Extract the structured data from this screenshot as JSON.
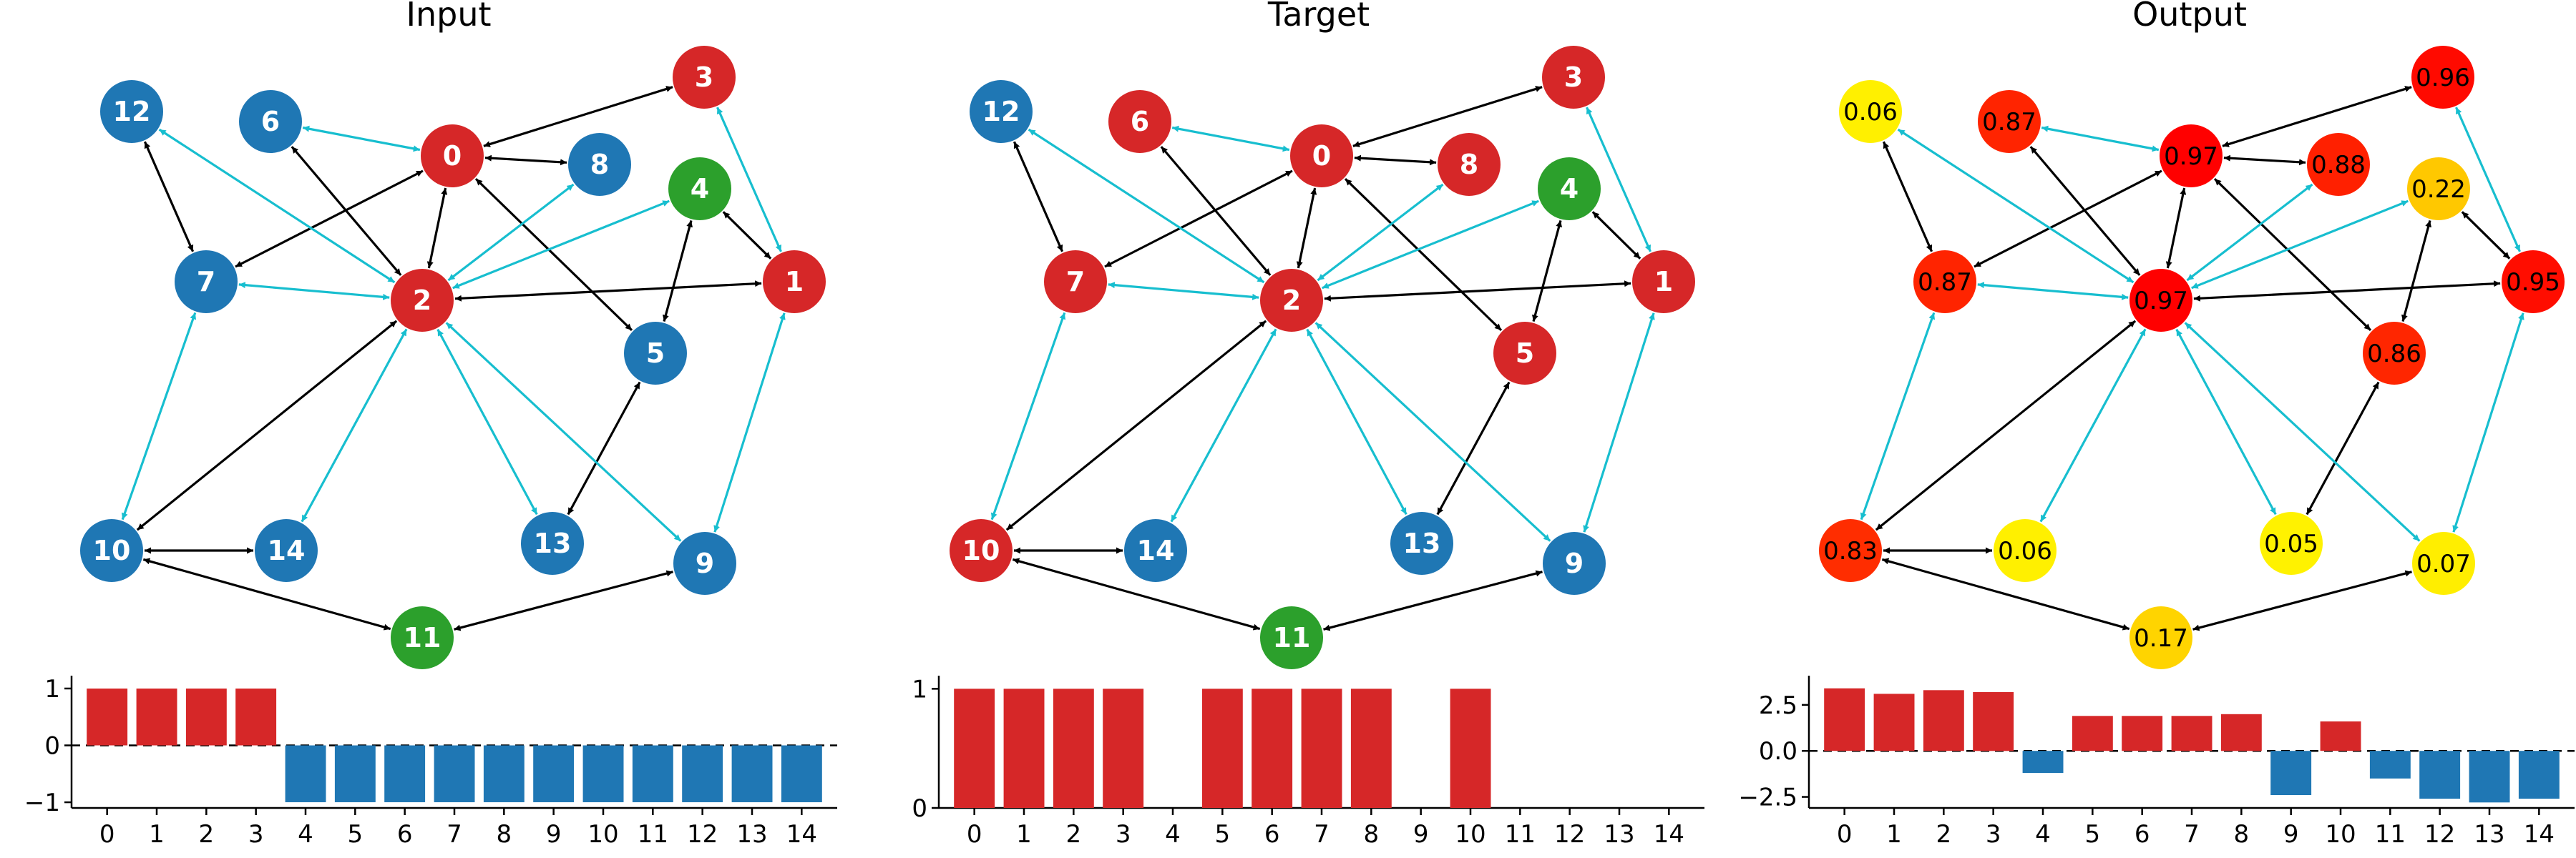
{
  "colors": {
    "red": "#d62728",
    "blue": "#1f77b4",
    "green": "#2ca02c",
    "black_edge": "#000000",
    "cyan_edge": "#17becf",
    "bar_pos": "#d62728",
    "bar_neg": "#1f77b4"
  },
  "panels": [
    {
      "title": "Input",
      "nodes": [
        {
          "id": "0",
          "color": "red"
        },
        {
          "id": "1",
          "color": "red"
        },
        {
          "id": "2",
          "color": "red"
        },
        {
          "id": "3",
          "color": "red"
        },
        {
          "id": "4",
          "color": "green"
        },
        {
          "id": "5",
          "color": "blue"
        },
        {
          "id": "6",
          "color": "blue"
        },
        {
          "id": "7",
          "color": "blue"
        },
        {
          "id": "8",
          "color": "blue"
        },
        {
          "id": "9",
          "color": "blue"
        },
        {
          "id": "10",
          "color": "blue"
        },
        {
          "id": "11",
          "color": "green"
        },
        {
          "id": "12",
          "color": "blue"
        },
        {
          "id": "13",
          "color": "blue"
        },
        {
          "id": "14",
          "color": "blue"
        }
      ]
    },
    {
      "title": "Target",
      "nodes": [
        {
          "id": "0",
          "color": "red"
        },
        {
          "id": "1",
          "color": "red"
        },
        {
          "id": "2",
          "color": "red"
        },
        {
          "id": "3",
          "color": "red"
        },
        {
          "id": "4",
          "color": "green"
        },
        {
          "id": "5",
          "color": "red"
        },
        {
          "id": "6",
          "color": "red"
        },
        {
          "id": "7",
          "color": "red"
        },
        {
          "id": "8",
          "color": "red"
        },
        {
          "id": "9",
          "color": "blue"
        },
        {
          "id": "10",
          "color": "red"
        },
        {
          "id": "11",
          "color": "green"
        },
        {
          "id": "12",
          "color": "blue"
        },
        {
          "id": "13",
          "color": "blue"
        },
        {
          "id": "14",
          "color": "blue"
        }
      ]
    },
    {
      "title": "Output",
      "nodes": [
        {
          "label": "0.97",
          "color": "#ff0000"
        },
        {
          "label": "0.95",
          "color": "#ff0d00"
        },
        {
          "label": "0.97",
          "color": "#ff0000"
        },
        {
          "label": "0.96",
          "color": "#ff0a00"
        },
        {
          "label": "0.22",
          "color": "#ffc800"
        },
        {
          "label": "0.86",
          "color": "#ff2600"
        },
        {
          "label": "0.87",
          "color": "#ff2400"
        },
        {
          "label": "0.87",
          "color": "#ff2400"
        },
        {
          "label": "0.88",
          "color": "#ff2000"
        },
        {
          "label": "0.07",
          "color": "#ffee00"
        },
        {
          "label": "0.83",
          "color": "#ff2d00"
        },
        {
          "label": "0.17",
          "color": "#ffd400"
        },
        {
          "label": "0.06",
          "color": "#fff000"
        },
        {
          "label": "0.05",
          "color": "#fff200"
        },
        {
          "label": "0.06",
          "color": "#fff000"
        }
      ]
    }
  ],
  "edges": [
    {
      "a": 0,
      "b": 3,
      "color": "black"
    },
    {
      "a": 0,
      "b": 8,
      "color": "black"
    },
    {
      "a": 0,
      "b": 6,
      "color": "cyan"
    },
    {
      "a": 0,
      "b": 2,
      "color": "black"
    },
    {
      "a": 0,
      "b": 7,
      "color": "black"
    },
    {
      "a": 0,
      "b": 5,
      "color": "black"
    },
    {
      "a": 3,
      "b": 1,
      "color": "cyan"
    },
    {
      "a": 4,
      "b": 1,
      "color": "black"
    },
    {
      "a": 1,
      "b": 2,
      "color": "black"
    },
    {
      "a": 1,
      "b": 9,
      "color": "cyan"
    },
    {
      "a": 5,
      "b": 4,
      "color": "black"
    },
    {
      "a": 5,
      "b": 13,
      "color": "black"
    },
    {
      "a": 12,
      "b": 7,
      "color": "black"
    },
    {
      "a": 12,
      "b": 2,
      "color": "cyan"
    },
    {
      "a": 6,
      "b": 2,
      "color": "black"
    },
    {
      "a": 2,
      "b": 7,
      "color": "cyan"
    },
    {
      "a": 2,
      "b": 8,
      "color": "cyan"
    },
    {
      "a": 2,
      "b": 4,
      "color": "cyan"
    },
    {
      "a": 2,
      "b": 10,
      "color": "black"
    },
    {
      "a": 2,
      "b": 14,
      "color": "cyan"
    },
    {
      "a": 2,
      "b": 13,
      "color": "cyan"
    },
    {
      "a": 2,
      "b": 9,
      "color": "cyan"
    },
    {
      "a": 7,
      "b": 10,
      "color": "cyan"
    },
    {
      "a": 10,
      "b": 14,
      "color": "black"
    },
    {
      "a": 10,
      "b": 11,
      "color": "black"
    },
    {
      "a": 11,
      "b": 9,
      "color": "black"
    }
  ],
  "chart_data": [
    {
      "type": "bar",
      "categories": [
        "0",
        "1",
        "2",
        "3",
        "4",
        "5",
        "6",
        "7",
        "8",
        "9",
        "10",
        "11",
        "12",
        "13",
        "14"
      ],
      "values": [
        1,
        1,
        1,
        1,
        -1,
        -1,
        -1,
        -1,
        -1,
        -1,
        -1,
        -1,
        -1,
        -1,
        -1
      ],
      "ylim": [
        -1.1,
        1.1
      ],
      "yticks": [
        "−1",
        "0",
        "1"
      ],
      "zero_line": "dashed"
    },
    {
      "type": "bar",
      "categories": [
        "0",
        "1",
        "2",
        "3",
        "4",
        "5",
        "6",
        "7",
        "8",
        "9",
        "10",
        "11",
        "12",
        "13",
        "14"
      ],
      "values": [
        1,
        1,
        1,
        1,
        0,
        1,
        1,
        1,
        1,
        0,
        1,
        0,
        0,
        0,
        0
      ],
      "ylim": [
        0,
        1.05
      ],
      "yticks": [
        "0",
        "1"
      ]
    },
    {
      "type": "bar",
      "categories": [
        "0",
        "1",
        "2",
        "3",
        "4",
        "5",
        "6",
        "7",
        "8",
        "9",
        "10",
        "11",
        "12",
        "13",
        "14"
      ],
      "values": [
        3.4,
        3.1,
        3.3,
        3.2,
        -1.2,
        1.9,
        1.9,
        1.9,
        2.0,
        -2.4,
        1.6,
        -1.5,
        -2.6,
        -2.8,
        -2.6
      ],
      "ylim": [
        -3.1,
        3.7
      ],
      "yticks": [
        "−2.5",
        "0.0",
        "2.5"
      ],
      "zero_line": "dashed"
    }
  ]
}
